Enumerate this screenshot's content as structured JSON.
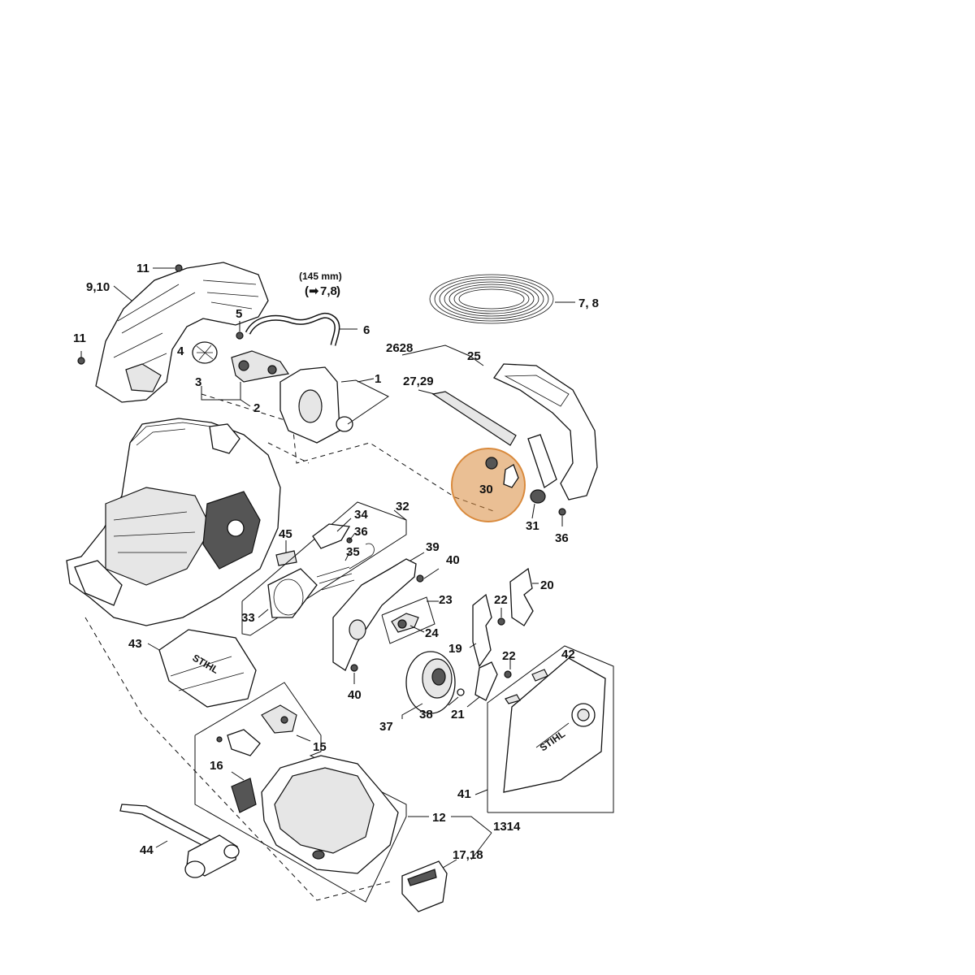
{
  "highlight": {
    "label": "30",
    "color": "#D98A3D"
  },
  "callouts": {
    "c11a": "11",
    "c910": "9,10",
    "c11b": "11",
    "c5": "5",
    "c4": "4",
    "c3": "3",
    "c2": "2",
    "c1": "1",
    "c145": "(145 mm)",
    "c78a": "7,8",
    "c78b": "7, 8",
    "c6": "6",
    "c2628": "2628",
    "c25": "25",
    "c2729": "27,29",
    "c31": "31",
    "c36a": "36",
    "c32": "32",
    "c34": "34",
    "c36b": "36",
    "c45": "45",
    "c35": "35",
    "c33": "33",
    "c39": "39",
    "c40a": "40",
    "c23": "23",
    "c24": "24",
    "c40b": "40",
    "c20": "20",
    "c22a": "22",
    "c19": "19",
    "c22b": "22",
    "c42": "42",
    "c21": "21",
    "c38": "38",
    "c37": "37",
    "c43": "43",
    "c15": "15",
    "c16": "16",
    "c41": "41",
    "c12": "12",
    "c1314": "1314",
    "c1718": "17,18",
    "c44": "44"
  },
  "colors": {
    "line": "#111111",
    "highlight": "#D98A3D",
    "background": "#ffffff"
  }
}
